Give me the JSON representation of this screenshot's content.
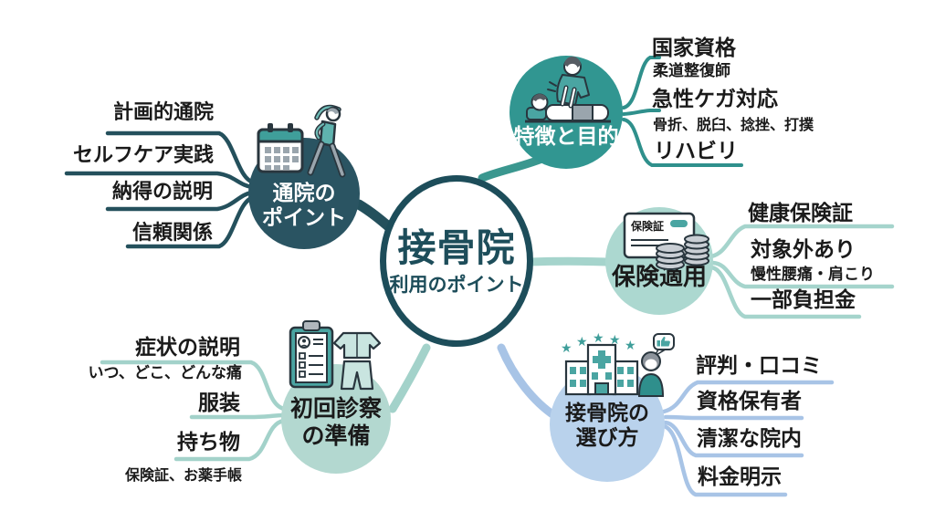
{
  "center": {
    "title": "接骨院",
    "subtitle": "利用のポイント"
  },
  "nodes": {
    "tsuin": {
      "label_line1": "通院の",
      "label_line2": "ポイント",
      "items": [
        "計画的通院",
        "セルフケア実践",
        "納得の説明",
        "信頼関係"
      ]
    },
    "tokucho": {
      "label": "特徴と目的",
      "items": [
        {
          "label": "国家資格",
          "sub": "柔道整復師"
        },
        {
          "label": "急性ケガ対応",
          "sub": "骨折、脱臼、捻挫、打撲"
        },
        {
          "label": "リハビリ",
          "sub": ""
        }
      ]
    },
    "hoken": {
      "label": "保険適用",
      "items": [
        {
          "label": "健康保険証",
          "sub": ""
        },
        {
          "label": "対象外あり",
          "sub": "慢性腰痛・肩こり"
        },
        {
          "label": "一部負担金",
          "sub": ""
        }
      ]
    },
    "erabikata": {
      "label_line1": "接骨院の",
      "label_line2": "選び方",
      "items": [
        "評判・口コミ",
        "資格保有者",
        "清潔な院内",
        "料金明示"
      ]
    },
    "shokai": {
      "label_line1": "初回診察",
      "label_line2": "の準備",
      "items": [
        {
          "label": "症状の説明",
          "sub": "いつ、どこ、どんな痛"
        },
        {
          "label": "服装",
          "sub": ""
        },
        {
          "label": "持ち物",
          "sub": "保険証、お薬手帳"
        }
      ]
    }
  },
  "icons": {
    "insurance_card_label": "保険証"
  },
  "colors": {
    "dark_teal": "#24505c",
    "teal": "#319691",
    "light_mint": "#acd8d0",
    "light_sage": "#b3d8d0",
    "light_blue": "#b9d2ec",
    "center_border": "#1d4d5a",
    "text": "#1a1a1a",
    "icon_accent": "#4aa5a2"
  }
}
